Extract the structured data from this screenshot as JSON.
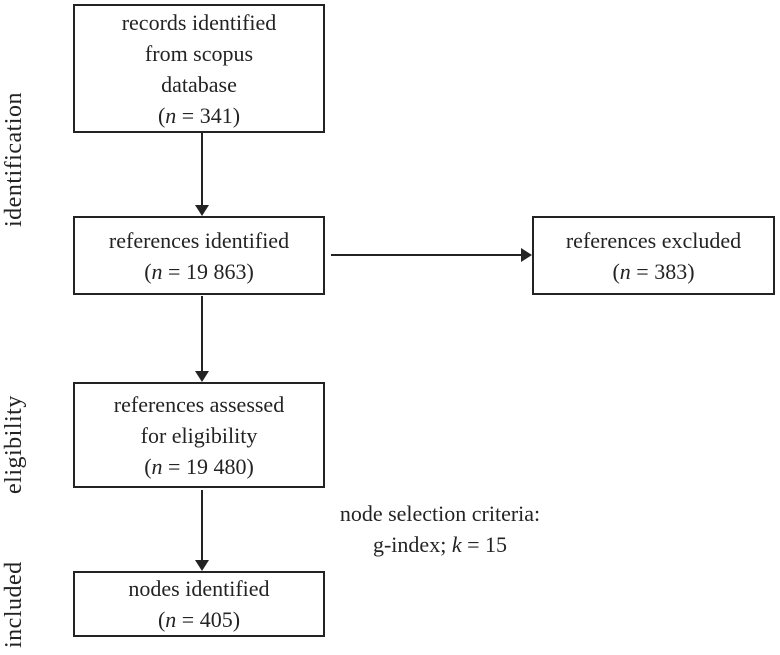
{
  "side_labels": {
    "identification": "identification",
    "eligibility": "eligibility",
    "included": "included"
  },
  "boxes": {
    "records": {
      "lines": [
        "records identified",
        "from scopus",
        "database"
      ],
      "count_prefix": "(",
      "count_var": "n",
      "count_suffix": " = 341)"
    },
    "references_identified": {
      "lines": [
        "references identified"
      ],
      "count_prefix": "(",
      "count_var": "n",
      "count_suffix": " = 19 863)"
    },
    "references_excluded": {
      "lines": [
        "references excluded"
      ],
      "count_prefix": "(",
      "count_var": "n",
      "count_suffix": " = 383)"
    },
    "references_assessed": {
      "lines": [
        "references assessed",
        "for eligibility"
      ],
      "count_prefix": "(",
      "count_var": "n",
      "count_suffix": " = 19 480)"
    },
    "nodes_identified": {
      "lines": [
        "nodes identified"
      ],
      "count_prefix": "(",
      "count_var": "n",
      "count_suffix": " = 405)"
    }
  },
  "annotation": {
    "line1": "node selection criteria:",
    "line2_prefix": "g-index; ",
    "line2_var": "k",
    "line2_suffix": " = 15"
  },
  "colors": {
    "ink": "#232323",
    "background": "#ffffff"
  }
}
